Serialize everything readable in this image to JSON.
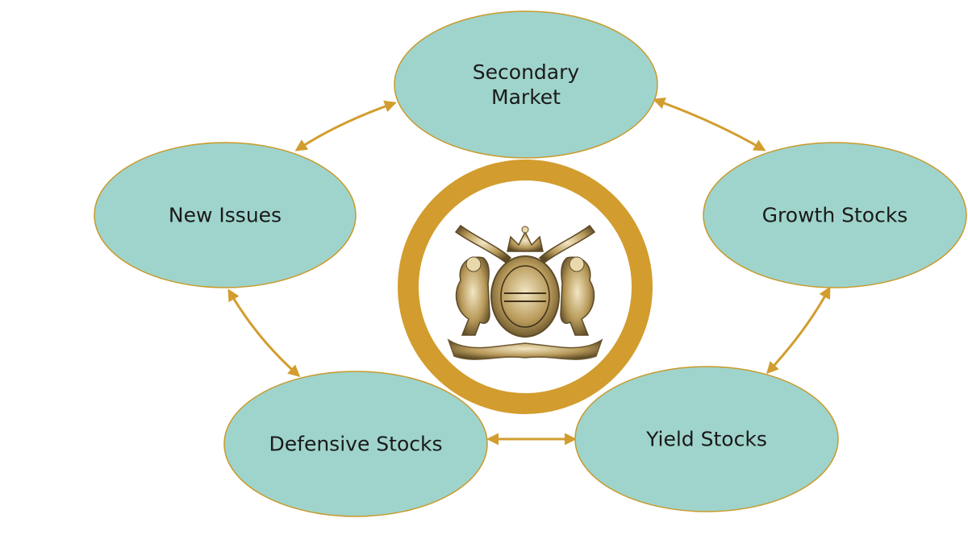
{
  "diagram": {
    "center_emblem": "coat-of-arms-crest",
    "nodes": [
      {
        "id": "secondary",
        "lines": [
          "Secondary",
          "Market"
        ]
      },
      {
        "id": "new-issues",
        "lines": [
          "New Issues"
        ]
      },
      {
        "id": "growth",
        "lines": [
          "Growth Stocks"
        ]
      },
      {
        "id": "defensive",
        "lines": [
          "Defensive Stocks"
        ]
      },
      {
        "id": "yield",
        "lines": [
          "Yield Stocks"
        ]
      }
    ],
    "edges": [
      {
        "from": "new-issues",
        "to": "secondary",
        "direction": "both"
      },
      {
        "from": "secondary",
        "to": "growth",
        "direction": "both"
      },
      {
        "from": "growth",
        "to": "yield",
        "direction": "both"
      },
      {
        "from": "defensive",
        "to": "yield",
        "direction": "both"
      },
      {
        "from": "new-issues",
        "to": "defensive",
        "direction": "both"
      }
    ]
  },
  "colors": {
    "node_fill": "#9fd4cc",
    "node_stroke": "#c79a2a",
    "arrow": "#d29d2e",
    "ring": "#d29d2e",
    "emblem_gold": "#b89a5a"
  }
}
